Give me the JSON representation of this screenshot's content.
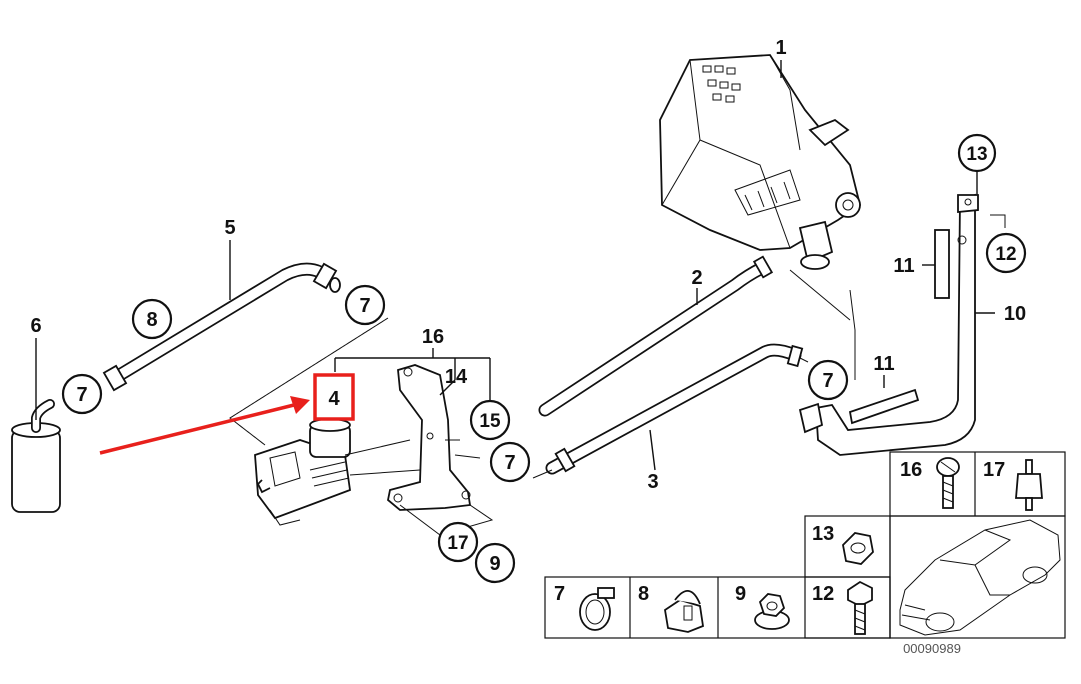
{
  "diagram": {
    "callouts": {
      "c1": "1",
      "c2": "2",
      "c3": "3",
      "c4": "4",
      "c5": "5",
      "c6": "6",
      "c7a": "7",
      "c7b": "7",
      "c7c": "7",
      "c7d": "7",
      "c8": "8",
      "c9": "9",
      "c10": "10",
      "c11a": "11",
      "c11b": "11",
      "c12": "12",
      "c13": "13",
      "c14": "14",
      "c15": "15",
      "c16": "16",
      "c17": "17"
    },
    "parts_table": {
      "t16": "16",
      "t17": "17",
      "t13": "13",
      "t7": "7",
      "t8": "8",
      "t9": "9",
      "t12": "12"
    },
    "diagram_number": "00090989",
    "highlight": {
      "label": "4",
      "color": "#e8201c"
    },
    "icons": [
      "hose-clamp-icon",
      "clip-icon",
      "nut-icon",
      "bolt-icon",
      "car-icon"
    ]
  }
}
